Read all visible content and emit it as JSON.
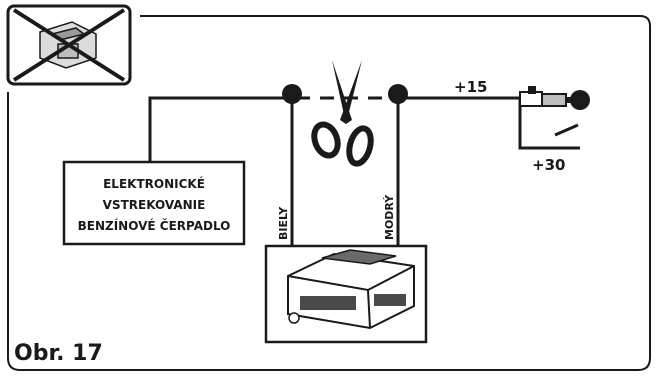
{
  "figure_label": "Obr. 17",
  "module_label": {
    "line1": "ELEKTRONICKÉ",
    "line2": "VSTREKOVANIE",
    "line3": "BENZÍNOVÉ ČERPADLO"
  },
  "wire_labels": {
    "white": "BIELY",
    "blue": "MODRÝ"
  },
  "voltage_labels": {
    "ignition": "+15",
    "battery": "+30"
  },
  "icons": {
    "warning": "crossed-out-engine-icon",
    "cut": "scissors-icon",
    "ignition": "ignition-key-icon",
    "control_unit": "control-unit-icon"
  },
  "colors": {
    "line": "#1a1a1a",
    "frame": "#1a1a1a",
    "background": "#ffffff"
  }
}
